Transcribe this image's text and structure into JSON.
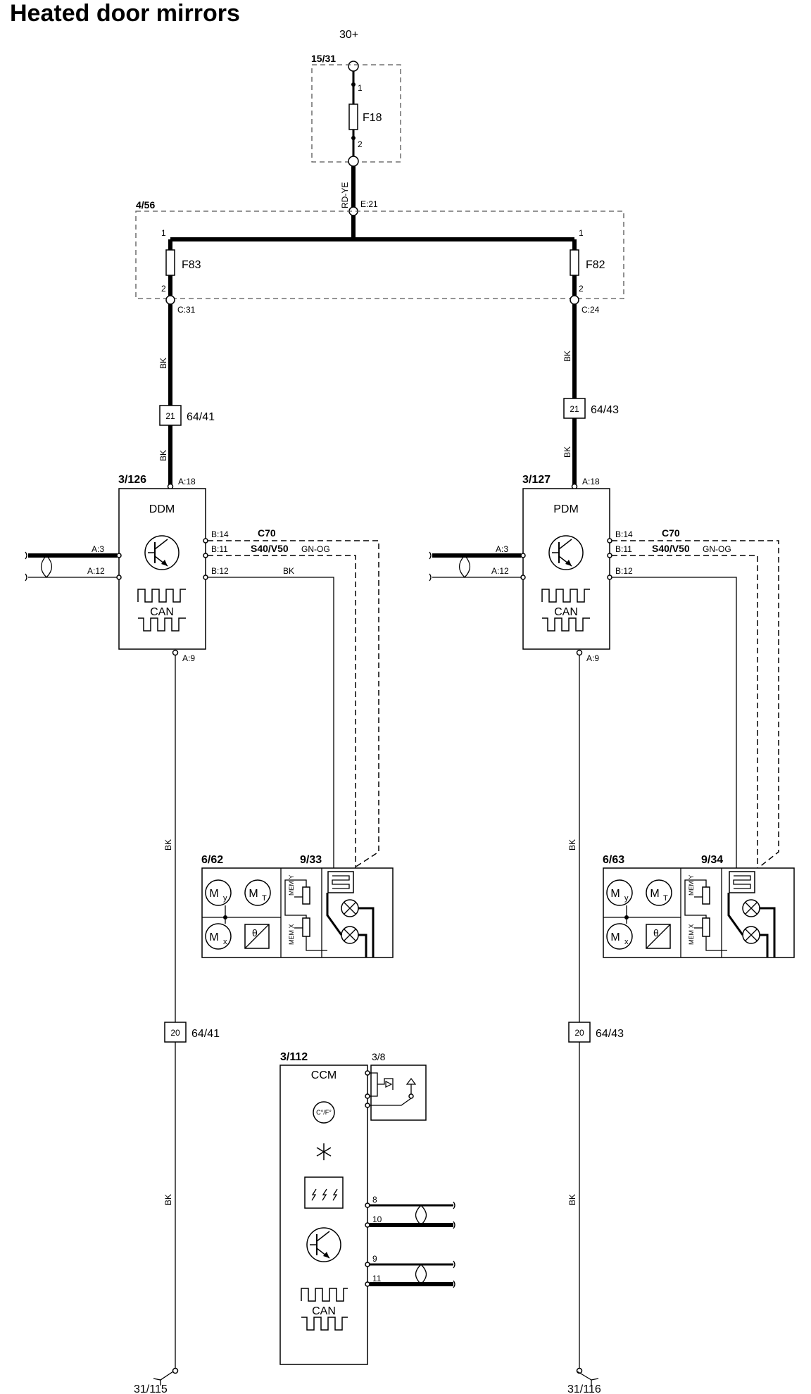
{
  "title": "Heated door mirrors",
  "supply": {
    "terminal": "30+",
    "fuse_box": "15/31",
    "fuse": "F18",
    "pin_in": "1",
    "pin_out": "2"
  },
  "feed_wire": {
    "color": "RD-YE",
    "connector": "E:21"
  },
  "central_box": {
    "id": "4/56"
  },
  "left": {
    "fuse": "F83",
    "pin_in": "1",
    "pin_out": "2",
    "connector": "C:31",
    "wire1": "BK",
    "splice": "21",
    "splice_ref": "64/41",
    "wire2": "BK",
    "module_id": "3/126",
    "module_name": "DDM",
    "pin_supply": "A:18",
    "pin_b14": "B:14",
    "pin_b11": "B:11",
    "pin_b12": "B:12",
    "label_c70": "C70",
    "label_s40": "S40/V50",
    "color_gnog": "GN-OG",
    "color_bk": "BK",
    "pin_a3": "A:3",
    "pin_a12": "A:12",
    "pin_ground": "A:9",
    "can": "CAN",
    "ground_wire1": "BK",
    "ground_splice": "20",
    "ground_splice_ref": "64/41",
    "ground_wire2": "BK",
    "ground_ref": "31/115",
    "motor_unit": "6/62",
    "mirror_unit": "9/33"
  },
  "right": {
    "fuse": "F82",
    "pin_in": "1",
    "pin_out": "2",
    "connector": "C:24",
    "wire1": "BK",
    "splice": "21",
    "splice_ref": "64/43",
    "wire2": "BK",
    "module_id": "3/127",
    "module_name": "PDM",
    "pin_supply": "A:18",
    "pin_b14": "B:14",
    "pin_b11": "B:11",
    "pin_b12": "B:12",
    "label_c70": "C70",
    "label_s40": "S40/V50",
    "color_gnog": "GN-OG",
    "pin_a3": "A:3",
    "pin_a12": "A:12",
    "pin_ground": "A:9",
    "can": "CAN",
    "ground_wire1": "BK",
    "ground_splice": "20",
    "ground_splice_ref": "64/43",
    "ground_wire2": "BK",
    "ground_ref": "31/116",
    "motor_unit": "6/63",
    "mirror_unit": "9/34"
  },
  "mirror_symbols": {
    "my": "M",
    "my_sub": "y",
    "mx": "M",
    "mx_sub": "x",
    "mt": "M",
    "mt_sub": "T",
    "theta": "θ",
    "mem_y": "MEM Y",
    "mem_x": "MEM X"
  },
  "ccm": {
    "id": "3/112",
    "name": "CCM",
    "switch_ref": "3/8",
    "temp_button": "C°/F°",
    "pins": [
      "8",
      "10",
      "9",
      "11"
    ],
    "can": "CAN"
  }
}
